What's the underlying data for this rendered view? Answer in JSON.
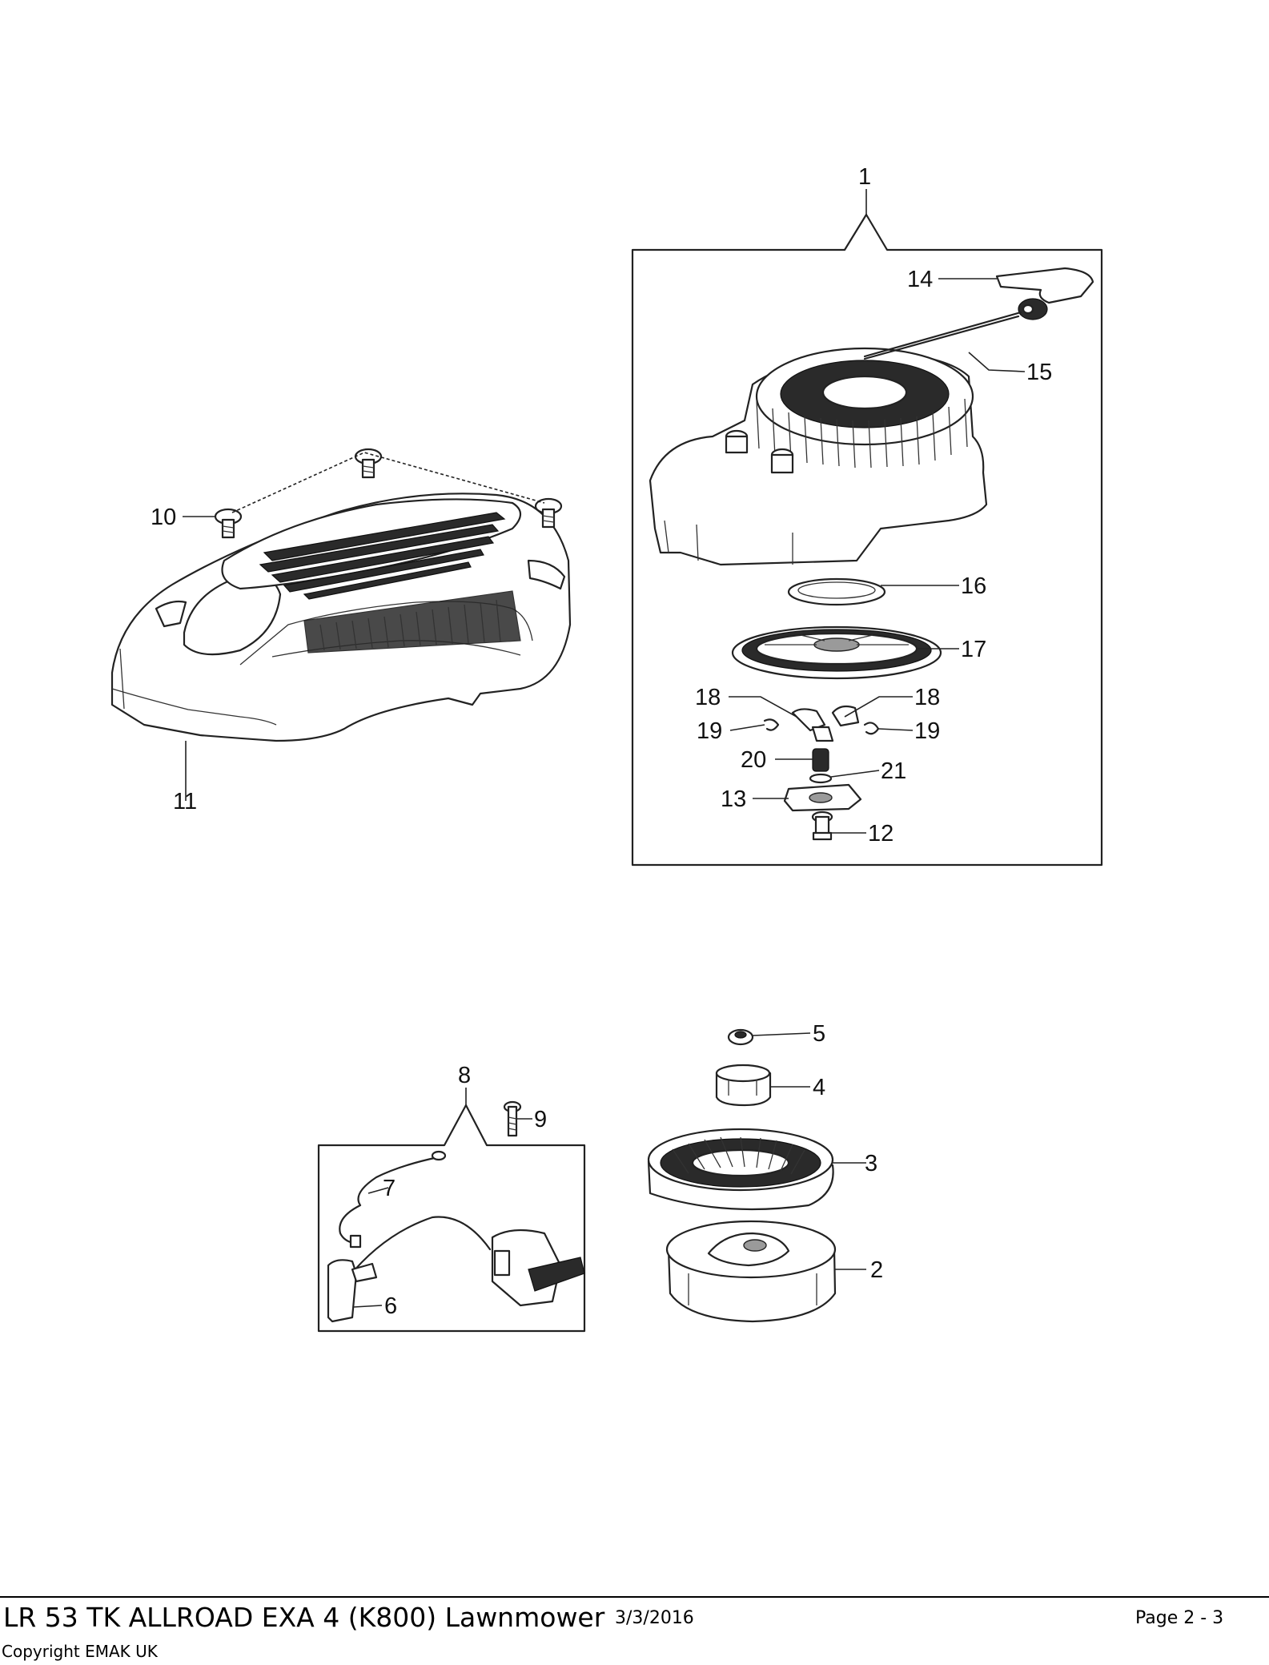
{
  "callouts": {
    "c1": "1",
    "c2": "2",
    "c3": "3",
    "c4": "4",
    "c5": "5",
    "c6": "6",
    "c7": "7",
    "c8": "8",
    "c9": "9",
    "c10": "10",
    "c11": "11",
    "c12": "12",
    "c13": "13",
    "c14": "14",
    "c15": "15",
    "c16": "16",
    "c17": "17",
    "c18a": "18",
    "c18b": "18",
    "c19a": "19",
    "c19b": "19",
    "c20": "20",
    "c21": "21"
  },
  "footer": {
    "title": "LR 53 TK ALLROAD EXA 4 (K800) Lawnmower",
    "date": "3/3/2016",
    "page": "Page 2 - 3",
    "copyright": "Copyright EMAK UK"
  }
}
